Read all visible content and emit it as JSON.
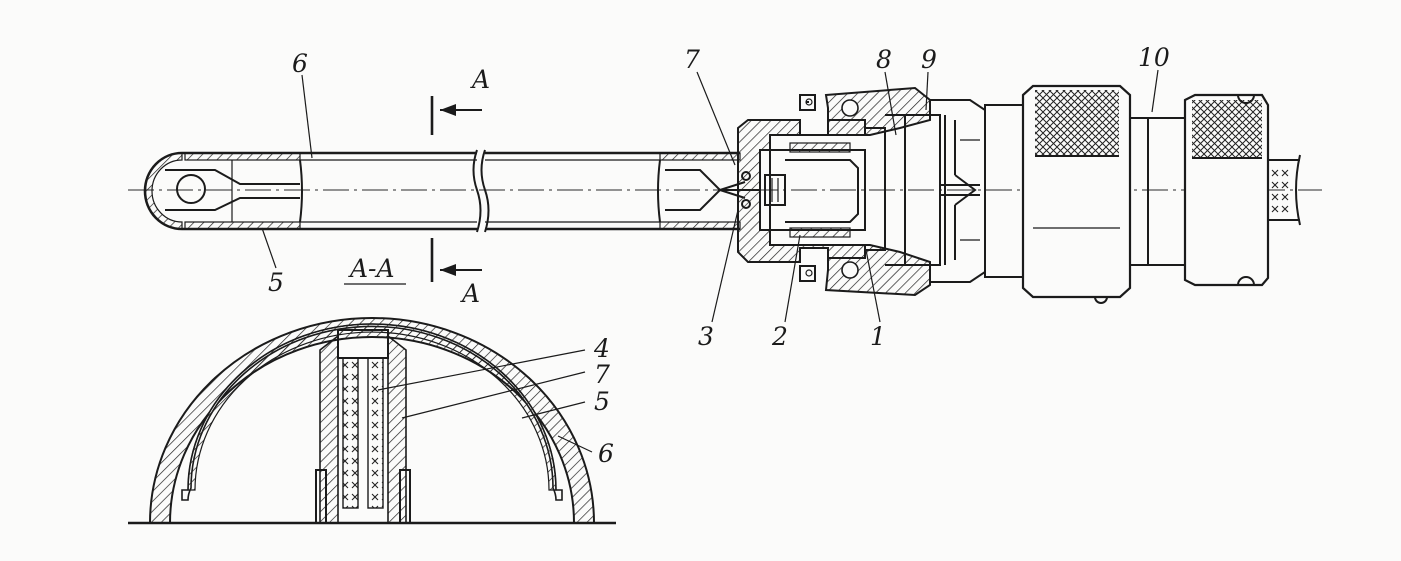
{
  "diagram": {
    "section_label": "A-A",
    "section_marker_top": "A",
    "section_marker_bottom": "A",
    "callouts": [
      {
        "id": "c6-top",
        "text": "6"
      },
      {
        "id": "c5-bottom",
        "text": "5"
      },
      {
        "id": "c7-top",
        "text": "7"
      },
      {
        "id": "c8",
        "text": "8"
      },
      {
        "id": "c9",
        "text": "9"
      },
      {
        "id": "c10",
        "text": "10"
      },
      {
        "id": "c3",
        "text": "3"
      },
      {
        "id": "c2",
        "text": "2"
      },
      {
        "id": "c1",
        "text": "1"
      },
      {
        "id": "c4",
        "text": "4"
      },
      {
        "id": "c7-sec",
        "text": "7"
      },
      {
        "id": "c5-sec",
        "text": "5"
      },
      {
        "id": "c6-sec",
        "text": "6"
      }
    ]
  }
}
